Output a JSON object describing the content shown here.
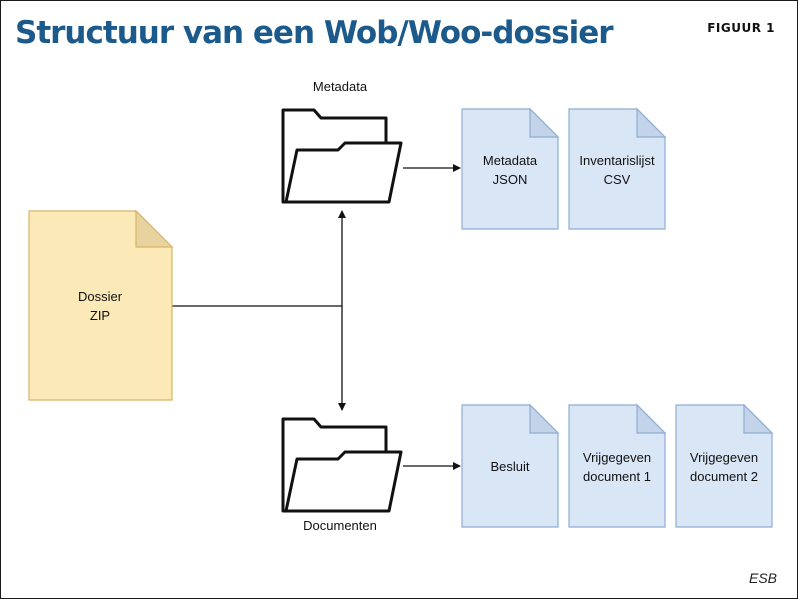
{
  "title": "Structuur van een Wob/Woo-dossier",
  "figure_label": "FIGUUR 1",
  "source": "ESB",
  "colors": {
    "title": "#1c5a8c",
    "zip_fill": "#fbe9b8",
    "zip_stroke": "#d9b563",
    "doc_fill": "#d9e6f6",
    "doc_stroke": "#8fadd1"
  },
  "nodes": {
    "zip": {
      "line1": "Dossier",
      "line2": "ZIP",
      "icon": "file-icon"
    },
    "metadata_folder": {
      "label": "Metadata",
      "icon": "folder-icon"
    },
    "documenten_folder": {
      "label": "Documenten",
      "icon": "folder-icon"
    },
    "metadata_json": {
      "line1": "Metadata",
      "line2": "JSON",
      "icon": "file-icon"
    },
    "inventarislijst_csv": {
      "line1": "Inventarislijst",
      "line2": "CSV",
      "icon": "file-icon"
    },
    "besluit": {
      "line1": "Besluit",
      "icon": "file-icon"
    },
    "vrijgegeven_1": {
      "line1": "Vrijgegeven",
      "line2": "document 1",
      "icon": "file-icon"
    },
    "vrijgegeven_2": {
      "line1": "Vrijgegeven",
      "line2": "document 2",
      "icon": "file-icon"
    }
  }
}
